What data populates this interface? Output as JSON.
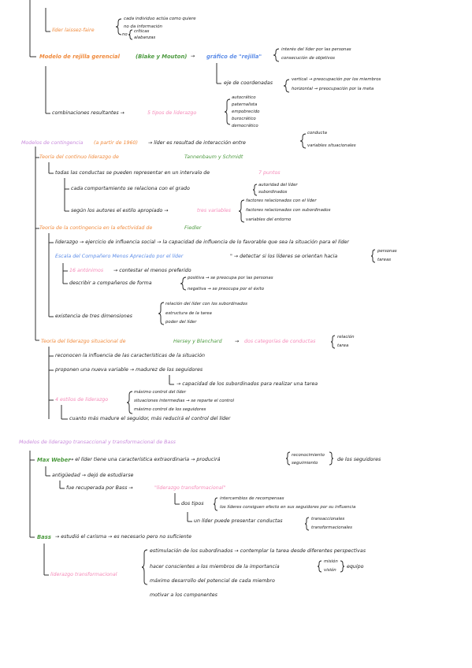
{
  "colors": {
    "black": "#1a1a1a",
    "orange": "#f08a3c",
    "pink": "#f58ab8",
    "purple": "#c98bdc",
    "blue": "#5d8de8",
    "green": "#4c9a3f"
  },
  "s1": {
    "lider_laissez": "líder laissez-faire",
    "cada_individuo": "cada individuo actúa como quiere",
    "no_da": "no da información",
    "no": "no",
    "criticas": "críticas",
    "alabanzas": "alabanzas",
    "modelo_rejilla": "Modelo de rejilla gerencial",
    "blake_mouton": "(Blake y Mouton)",
    "arrow1": "→",
    "grafico": "gráfico de \"rejilla\"",
    "interes_lider": "interés del líder por las personas",
    "consecucion": "consecución de objetivos",
    "eje_coord": "eje de coordenadas",
    "vertical": "vertical → preocupación por los miembros",
    "horizontal": "horizontal → preocupación por la meta",
    "combinaciones": "combinaciones resultantes →",
    "cinco_tipos": "5 tipos de liderazgo",
    "autocratico": "autocrático",
    "paternalista": "paternalista",
    "empobrecido": "empobrecido",
    "burocratico": "burocrático",
    "democratico": "democrático"
  },
  "s2": {
    "modelos_contingencia": "Modelos de contingencia",
    "a_partir": "(a partir de 1960)",
    "lider_es": "→ líder es resultad de interacción entre",
    "conducta": "conducta",
    "variables_sit": "variables situacionales",
    "teoria_continuo": "Teoría del continuo liderazgo de",
    "tannenbaum": "Tannenbaum y Schmidt",
    "todas_conductas": "todas las conductas se pueden representar en un intervalo de",
    "siete_puntos": "7 puntos",
    "cada_comport": "cada comportamiento se relaciona con el grado",
    "autoridad": "autoridad del líder",
    "subordinados": "subordinados",
    "segun_autores": "según los autores el estilo apropiado →",
    "tres_variables": "tres variables",
    "factores_lider": "factores relacionados con el líder",
    "factores_sub": "factores relacionados con subordinados",
    "variables_entorno": "variables del entorno",
    "teoria_contingencia": "Teoría de la contingencia en la efectividad de",
    "fiedler": "Fiedler",
    "liderazgo_ejercicio": "liderazgo → ejercicio de influencia social → la capacidad de influencia de lo favorable que sea la situación para el líder",
    "escala_cpa": "Escala del Compañero Menos Apreciado por el líder",
    "detectar": "\" → detectar si los líderes se orientan hacia",
    "personas": "personas",
    "tareas": "tareas",
    "dieciseis_antonimos": "16 antónimos",
    "contestar": "→ contestar el menos preferido",
    "describir": "describir a compañeros de forma",
    "positiva": "positiva → se preocupa por las personas",
    "negativa": "negativa → se preocupa por el éxito",
    "existencia": "existencia de tres dimensiones",
    "relacion_lider": "relación del líder con los subordinados",
    "estructura_tarea": "estructura de la tarea",
    "poder_lider": "poder del líder",
    "teoria_situacional": "Teoría del liderazgo situacional de",
    "hersey": "Hersey y Blanchard",
    "arrow_dos": "→",
    "dos_categorias": "dos categorías de conductas",
    "relacion": "relación",
    "tarea": "tarea",
    "reconocen": "reconocen la influencia de las características de la situación",
    "proponen": "proponen una nueva variable → madurez de los seguidores",
    "capacidad_sub": "→ capacidad de los subordinados para realizar una tarea",
    "cuatro_estilos": "4 estilos de liderazgo",
    "maximo_control": "máximo control del líder",
    "situaciones_intermedias": "situaciones intermedias → se reparte el control",
    "maximo_control_seg": "máximo control de los seguidores",
    "cuanto_mas": "cuanto más madure el seguidor, más reducirá el control del líder"
  },
  "s3": {
    "modelos_transaccional": "Modelos de liderazgo transaccional y transformacional de Bass",
    "max_weber": "Max Weber",
    "el_lider_tiene": "→ el líder tiene una característica extraordinaria → producirá",
    "reconocimiento": "reconocimiento",
    "seguimiento": "seguimiento",
    "de_los_seguidores": "de los seguidores",
    "antiguedad": "antigüedad → dejó de estudiarse",
    "fue_recuperada": "fue recuperada por Bass →",
    "liderazgo_transf_q": "\"liderazgo transformacional\"",
    "dos_tipos": "dos tipos",
    "intercambios": "intercambios de recompensas",
    "los_lideres": "los líderes consiguen efecto en sus seguidores por su influencia",
    "un_lider_puede": "un líder puede presentar conductas",
    "transaccionales": "transaccionales",
    "transformacionales": "transformacionales",
    "bass": "Bass",
    "estudio_carisma": "→ estudió el carisma → es necesario pero no suficiente",
    "liderazgo_transf": "liderazgo transformacional",
    "estimulacion": "estimulación de los subordinados → contemplar la tarea desde diferentes perspectivas",
    "hacer_conscientes": "hacer conscientes a los miembros de la importancia",
    "mision": "misión",
    "vision": "visión",
    "equipo": "equipo",
    "maximo_desarrollo": "máximo desarrollo del potencial de cada miembro",
    "motivar": "motivar a los componentes"
  }
}
